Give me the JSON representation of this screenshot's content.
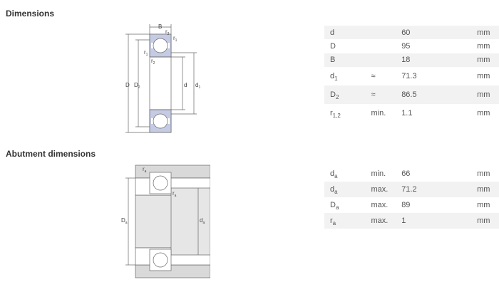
{
  "dimensions": {
    "title": "Dimensions",
    "rows": [
      {
        "sym": "d",
        "sub": "",
        "qual": "",
        "val": "60",
        "unit": "mm"
      },
      {
        "sym": "D",
        "sub": "",
        "qual": "",
        "val": "95",
        "unit": "mm"
      },
      {
        "sym": "B",
        "sub": "",
        "qual": "",
        "val": "18",
        "unit": "mm"
      },
      {
        "sym": "d",
        "sub": "1",
        "qual": "≈",
        "val": "71.3",
        "unit": "mm"
      },
      {
        "sym": "D",
        "sub": "2",
        "qual": "≈",
        "val": "86.5",
        "unit": "mm"
      },
      {
        "sym": "r",
        "sub": "1,2",
        "qual": "min.",
        "val": "1.1",
        "unit": "mm"
      }
    ],
    "diagram_labels": {
      "B": "B",
      "r2": "r",
      "r2_sub": "2",
      "r1": "r",
      "r1_sub": "1",
      "D": "D",
      "D2": "D",
      "D2_sub": "2",
      "d": "d",
      "d1": "d",
      "d1_sub": "1"
    }
  },
  "abutment": {
    "title": "Abutment dimensions",
    "rows": [
      {
        "sym": "d",
        "sub": "a",
        "qual": "min.",
        "val": "66",
        "unit": "mm"
      },
      {
        "sym": "d",
        "sub": "a",
        "qual": "max.",
        "val": "71.2",
        "unit": "mm"
      },
      {
        "sym": "D",
        "sub": "a",
        "qual": "max.",
        "val": "89",
        "unit": "mm"
      },
      {
        "sym": "r",
        "sub": "a",
        "qual": "max.",
        "val": "1",
        "unit": "mm"
      }
    ],
    "diagram_labels": {
      "ra": "r",
      "ra_sub": "a",
      "Da": "D",
      "Da_sub": "a",
      "da": "d",
      "da_sub": "a"
    }
  },
  "colors": {
    "ring_fill": "#c5cbe3",
    "abut_fill": "#d9d9d9",
    "shaded_row": "#f2f2f2"
  }
}
